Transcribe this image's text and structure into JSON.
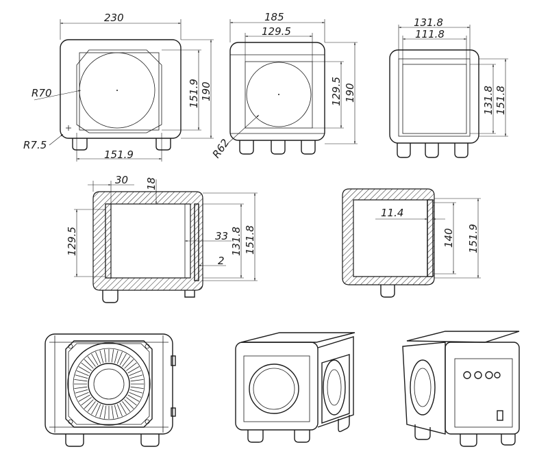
{
  "front_view": {
    "width": "230",
    "woofer_radius": "R70",
    "corner_radius": "R7.5",
    "baffle_width": "151.9",
    "baffle_height": "151.9",
    "height": "190"
  },
  "side_view": {
    "width": "185",
    "inner_width": "129.5",
    "woofer_radius": "R62",
    "inner_height": "129.5",
    "height": "190"
  },
  "rear_view": {
    "outer_width": "131.8",
    "inner_width": "111.8",
    "inner_height": "131.8",
    "outer_height": "151.8"
  },
  "section_a": {
    "offset": "30",
    "wall": "18",
    "opening": "129.5",
    "depth": "33",
    "inner": "131.8",
    "gap": "2",
    "outer": "151.8"
  },
  "section_b": {
    "step": "11.4",
    "opening": "140",
    "outer": "151.9"
  }
}
